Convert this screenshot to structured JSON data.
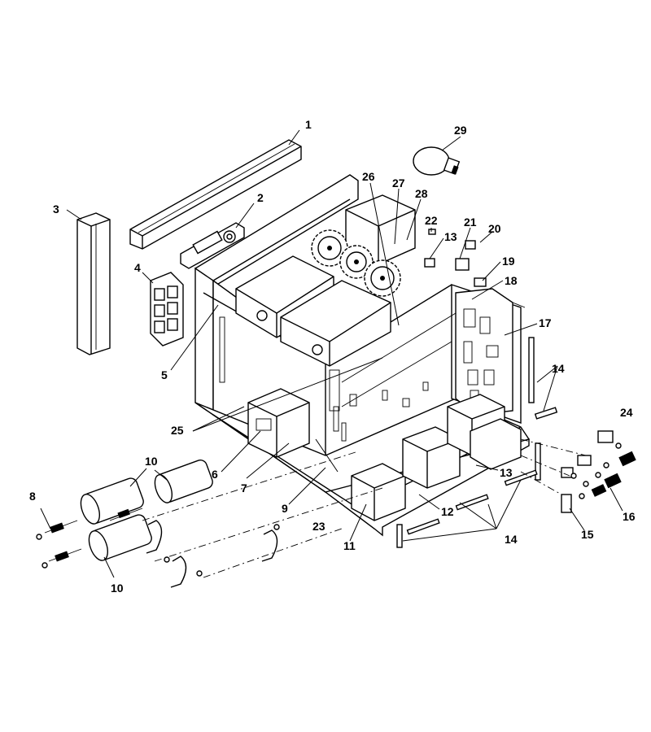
{
  "callouts": [
    {
      "id": "c1",
      "text": "1"
    },
    {
      "id": "c2",
      "text": "2"
    },
    {
      "id": "c3",
      "text": "3"
    },
    {
      "id": "c4",
      "text": "4"
    },
    {
      "id": "c5",
      "text": "5"
    },
    {
      "id": "c6",
      "text": "6"
    },
    {
      "id": "c7",
      "text": "7"
    },
    {
      "id": "c8",
      "text": "8"
    },
    {
      "id": "c9",
      "text": "9"
    },
    {
      "id": "c10a",
      "text": "10"
    },
    {
      "id": "c10b",
      "text": "10"
    },
    {
      "id": "c11",
      "text": "11"
    },
    {
      "id": "c12",
      "text": "12"
    },
    {
      "id": "c13a",
      "text": "13"
    },
    {
      "id": "c13b",
      "text": "13"
    },
    {
      "id": "c14a",
      "text": "14"
    },
    {
      "id": "c14b",
      "text": "14"
    },
    {
      "id": "c15",
      "text": "15"
    },
    {
      "id": "c16",
      "text": "16"
    },
    {
      "id": "c17",
      "text": "17"
    },
    {
      "id": "c18",
      "text": "18"
    },
    {
      "id": "c19",
      "text": "19"
    },
    {
      "id": "c20",
      "text": "20"
    },
    {
      "id": "c21",
      "text": "21"
    },
    {
      "id": "c22",
      "text": "22"
    },
    {
      "id": "c23",
      "text": "23"
    },
    {
      "id": "c24",
      "text": "24"
    },
    {
      "id": "c25",
      "text": "25"
    },
    {
      "id": "c26",
      "text": "26"
    },
    {
      "id": "c27",
      "text": "27"
    },
    {
      "id": "c28",
      "text": "28"
    },
    {
      "id": "c29",
      "text": "29"
    }
  ],
  "colors": {
    "line": "#000000",
    "background": "#ffffff"
  }
}
